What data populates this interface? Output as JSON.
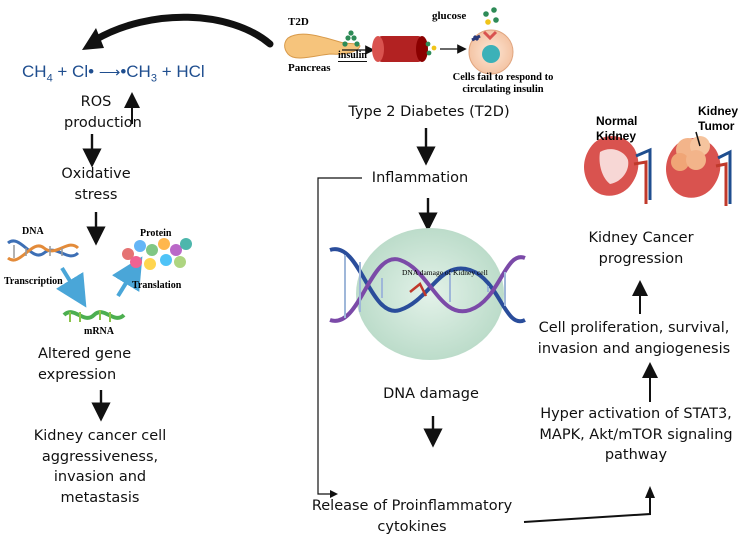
{
  "top": {
    "reaction_left": "CH",
    "reaction_sub1": "4",
    "reaction_mid": " + Cl•",
    "reaction_right": "•CH",
    "reaction_sub2": "3",
    "reaction_end": " + HCl",
    "t2d_tag": "T2D",
    "pancreas": "Pancreas",
    "insulin": "insulin",
    "glucose": "glucose",
    "cells_fail": "Cells fail to respond to circulating insulin"
  },
  "left": {
    "ros": "ROS production",
    "oxidative": "Oxidative stress",
    "dna": "DNA",
    "protein": "Protein",
    "transcription": "Transcription",
    "translation": "Translation",
    "mrna": "mRNA",
    "altered": "Altered gene expression",
    "aggressive": "Kidney cancer cell aggressiveness, invasion and metastasis"
  },
  "center": {
    "t2d": "Type 2 Diabetes (T2D)",
    "inflammation": "Inflammation",
    "dna_damage_caption": "DNA damage of Kidney cell",
    "dna_damage": "DNA damage",
    "release": "Release of Proinflammatory cytokines"
  },
  "right": {
    "normal_kidney": "Normal Kidney",
    "kidney_tumor": "Kidney Tumor",
    "progression": "Kidney Cancer progression",
    "proliferation": "Cell proliferation, survival, invasion and angiogenesis",
    "hyper": "Hyper activation of STAT3, MAPK, Akt/mTOR signaling pathway"
  },
  "colors": {
    "reaction_blue": "#1f4e8f",
    "arrow": "#111111",
    "dna_blue": "#4aa6d8",
    "glow": "#cfe8dc",
    "kidney": "#d9534f",
    "tumor": "#f3b48a"
  }
}
